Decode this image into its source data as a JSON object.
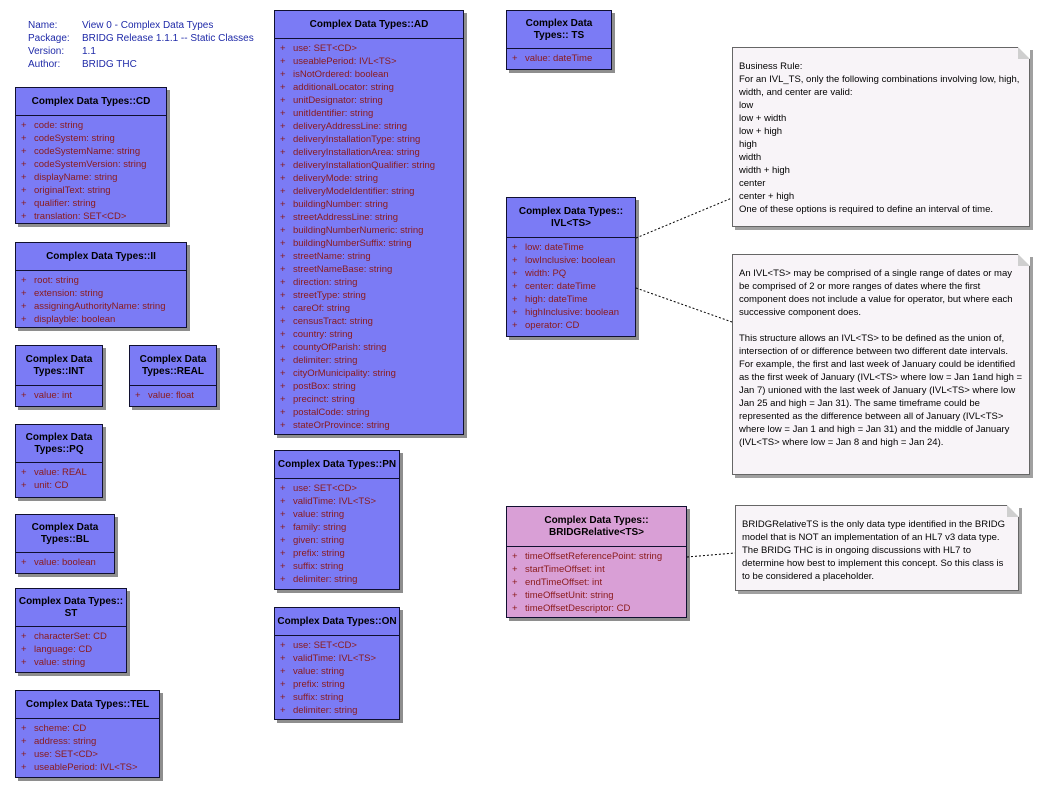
{
  "meta": {
    "name_label": "Name:",
    "name": "View 0 - Complex Data Types",
    "package_label": "Package:",
    "package": "BRIDG Release 1.1.1 -- Static Classes",
    "version_label": "Version:",
    "version": "1.1",
    "author_label": "Author:",
    "author": "BRIDG THC"
  },
  "classes": {
    "cd": {
      "title": "Complex Data Types::CD",
      "attrs": [
        "code: string",
        "codeSystem: string",
        "codeSystemName: string",
        "codeSystemVersion: string",
        "displayName: string",
        "originalText: string",
        "qualifier: string",
        "translation: SET<CD>"
      ]
    },
    "ii": {
      "title": "Complex Data Types::II",
      "attrs": [
        "root: string",
        "extension: string",
        "assigningAuthorityName: string",
        "displayble: boolean"
      ]
    },
    "int": {
      "title": "Complex Data Types::INT",
      "attrs": [
        "value: int"
      ]
    },
    "real": {
      "title": "Complex Data Types::REAL",
      "attrs": [
        "value: float"
      ]
    },
    "pq": {
      "title": "Complex Data Types::PQ",
      "attrs": [
        "value: REAL",
        "unit: CD"
      ]
    },
    "bl": {
      "title": "Complex Data Types::BL",
      "attrs": [
        "value: boolean"
      ]
    },
    "st": {
      "title": "Complex Data Types:: ST",
      "attrs": [
        "characterSet: CD",
        "language: CD",
        "value: string"
      ]
    },
    "tel": {
      "title": "Complex Data Types::TEL",
      "attrs": [
        "scheme: CD",
        "address: string",
        "use: SET<CD>",
        "useablePeriod: IVL<TS>"
      ]
    },
    "ad": {
      "title": "Complex Data Types::AD",
      "attrs": [
        "use: SET<CD>",
        "useablePeriod: IVL<TS>",
        "isNotOrdered: boolean",
        "additionalLocator: string",
        "unitDesignator: string",
        "unitIdentifier: string",
        "deliveryAddressLine: string",
        "deliveryInstallationType: string",
        "deliveryInstallationArea: string",
        "deliveryInstallationQualifier: string",
        "deliveryMode: string",
        "deliveryModeIdentifier: string",
        "buildingNumber: string",
        "streetAddressLine: string",
        "buildingNumberNumeric: string",
        "buildingNumberSuffix: string",
        "streetName: string",
        "streetNameBase: string",
        "direction: string",
        "streetType: string",
        "careOf: string",
        "censusTract: string",
        "country: string",
        "countyOfParish: string",
        "delimiter: string",
        "cityOrMunicipality: string",
        "postBox: string",
        "precinct: string",
        "postalCode: string",
        "stateOrProvince: string"
      ]
    },
    "pn": {
      "title": "Complex Data Types::PN",
      "attrs": [
        "use: SET<CD>",
        "validTime: IVL<TS>",
        "value: string",
        "family: string",
        "given: string",
        "prefix: string",
        "suffix: string",
        "delimiter: string"
      ]
    },
    "on": {
      "title": "Complex Data Types::ON",
      "attrs": [
        "use: SET<CD>",
        "validTime: IVL<TS>",
        "value: string",
        "prefix: string",
        "suffix: string",
        "delimiter: string"
      ]
    },
    "ts": {
      "title": "Complex Data Types:: TS",
      "attrs": [
        "value: dateTime"
      ]
    },
    "ivl": {
      "title": "Complex Data Types:: IVL<TS>",
      "attrs": [
        "low: dateTime",
        "lowInclusive: boolean",
        "width: PQ",
        "center: dateTime",
        "high: dateTime",
        "highInclusive: boolean",
        "operator: CD"
      ]
    },
    "bridg": {
      "title": "Complex Data Types:: BRIDGRelative<TS>",
      "attrs": [
        "timeOffsetReferencePoint: string",
        "startTimeOffset: int",
        "endTimeOffset: int",
        "timeOffsetUnit: string",
        "timeOffsetDescriptor: CD"
      ]
    }
  },
  "vis_symbol": "+",
  "notes": {
    "rule": [
      "Business Rule:",
      "For an IVL_TS, only the following combinations involving low, high, width, and center are valid:",
      "low",
      "low + width",
      "low + high",
      "high",
      "width",
      "width + high",
      "center",
      "center + high",
      "One of these options is required to define an interval of time."
    ],
    "ivl": [
      "An IVL<TS> may be comprised of a single range of dates or may be comprised of 2 or more ranges of dates where the first component does not include a value for operator, but where each successive component does.",
      "This structure allows an IVL<TS> to be defined as the union of, intersection of or difference between two different date intervals.  For example, the first and last week of January could be identified as the first week of January (IVL<TS> where low = Jan 1and high = Jan 7) unioned with the last week of January (IVL<TS> where low Jan 25 and high = Jan 31).  The same timeframe could be represented as the difference between all of January (IVL<TS> where low = Jan 1 and high = Jan 31) and the middle of January (IVL<TS> where low = Jan 8 and high = Jan 24)."
    ],
    "bridg": [
      "BRIDGRelativeTS is the only data type identified in the BRIDG model that is NOT an implementation of an HL7 v3 data type.  The BRIDG THC is in ongoing discussions with HL7 to determine how best to implement this concept.  So this class is to be considered a placeholder."
    ]
  }
}
